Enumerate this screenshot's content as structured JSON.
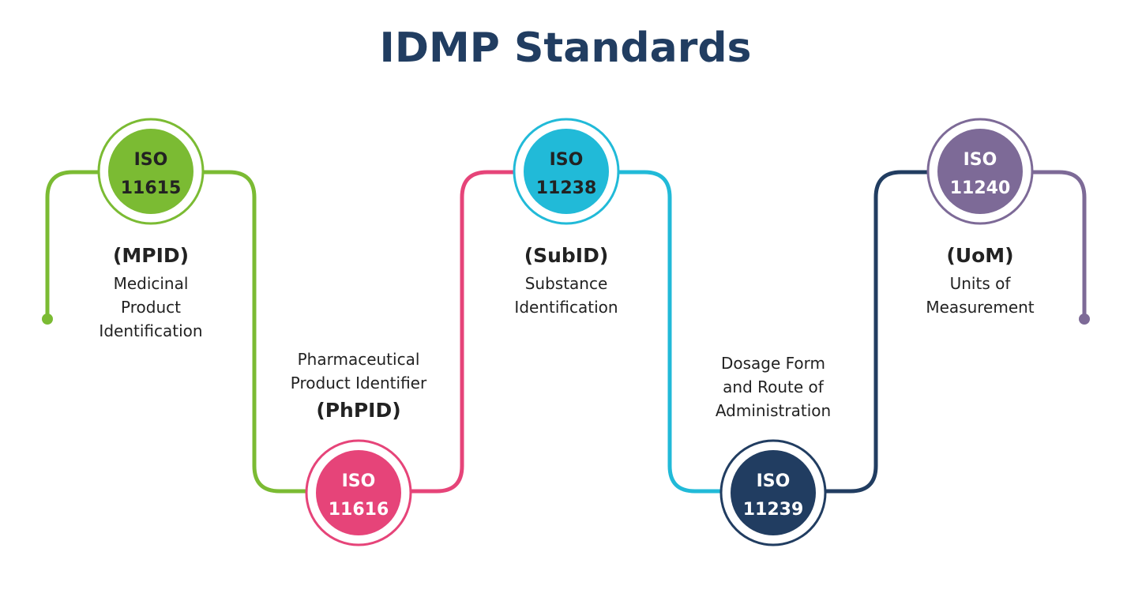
{
  "title": "IDMP Standards",
  "colors": {
    "title": "#213d61",
    "green": "#7bbb33",
    "pink": "#e64479",
    "cyan": "#21bad8",
    "navy": "#213d61",
    "purple": "#7d6a97",
    "text": "#222222"
  },
  "standards": [
    {
      "iso_label": "ISO",
      "number": "11615",
      "abbr": "(MPID)",
      "description": [
        "Medicinal",
        "Product",
        "Identification"
      ],
      "color": "#7bbb33",
      "number_color": "#222222",
      "position": "top"
    },
    {
      "iso_label": "ISO",
      "number": "11616",
      "abbr": "(PhPID)",
      "description": [
        "Pharmaceutical",
        "Product Identifier"
      ],
      "color": "#e64479",
      "number_color": "#ffffff",
      "position": "bottom"
    },
    {
      "iso_label": "ISO",
      "number": "11238",
      "abbr": "(SubID)",
      "description": [
        "Substance",
        "Identification"
      ],
      "color": "#21bad8",
      "number_color": "#222222",
      "position": "top"
    },
    {
      "iso_label": "ISO",
      "number": "11239",
      "abbr": "",
      "description": [
        "Dosage Form",
        "and Route of",
        "Administration"
      ],
      "color": "#213d61",
      "number_color": "#ffffff",
      "position": "bottom"
    },
    {
      "iso_label": "ISO",
      "number": "11240",
      "abbr": "(UoM)",
      "description": [
        "Units of",
        "Measurement"
      ],
      "color": "#7d6a97",
      "number_color": "#ffffff",
      "position": "top"
    }
  ]
}
